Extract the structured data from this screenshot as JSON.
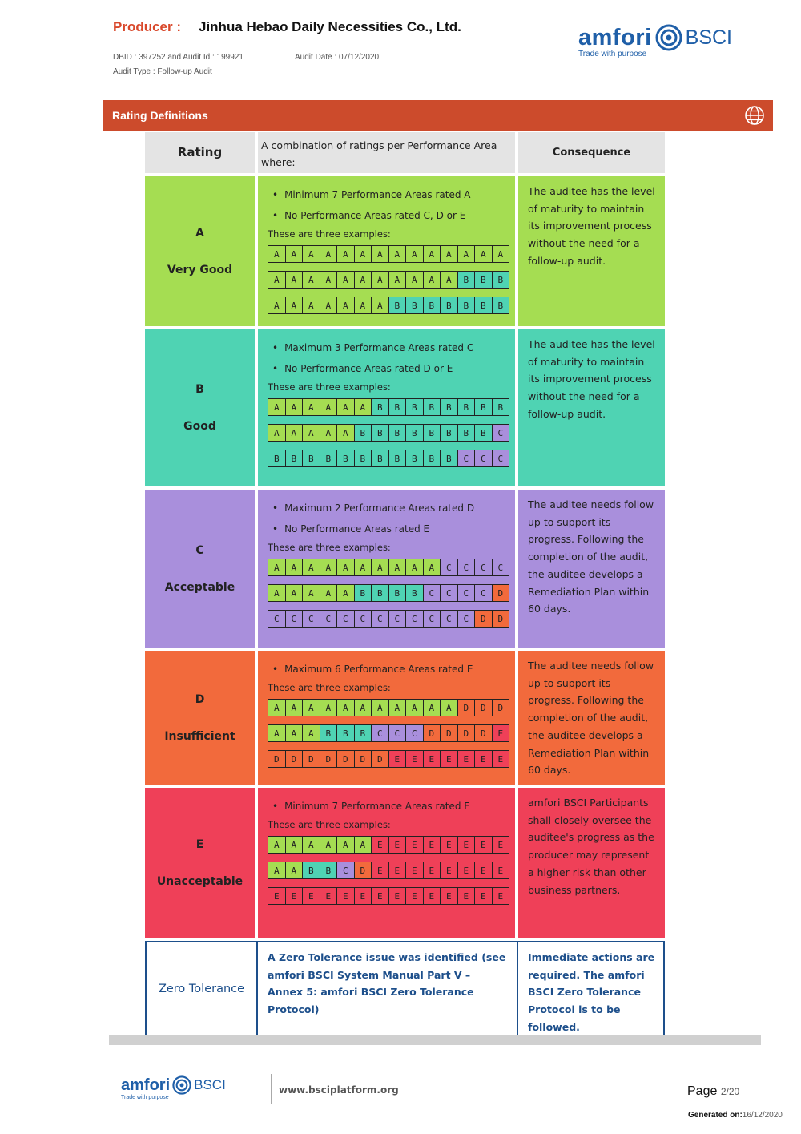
{
  "header": {
    "producer_label": "Producer :",
    "producer_name": "Jinhua Hebao Daily Necessities Co., Ltd.",
    "dbid": "DBID : 397252 and Audit Id : 199921",
    "audit_date": "Audit Date : 07/12/2020",
    "audit_type": "Audit Type : Follow-up Audit"
  },
  "logo": {
    "word": "amfori",
    "bsci": "BSCI",
    "tagline": "Trade with purpose"
  },
  "section": {
    "title": "Rating Definitions",
    "icon": "globe-icon"
  },
  "colors": {
    "accent_bar": "#cc4b2c",
    "A": "#a5dd52",
    "B": "#4fd3b3",
    "C": "#a98fdc",
    "D": "#f26a3c",
    "E": "#ef4058",
    "zero_tolerance_text": "#1d4f8b"
  },
  "table": {
    "headers": {
      "rating": "Rating",
      "combination": "A combination of ratings per Performance Area where:",
      "consequence": "Consequence"
    },
    "rows": [
      {
        "letter": "A",
        "name": "Very Good",
        "color": "#a5dd52",
        "bullets": [
          "Minimum 7 Performance Areas rated A",
          "No Performance Areas rated C, D or E"
        ],
        "examples_label": "These are three examples:",
        "examples": [
          "AAAAAAAAAAAAAA",
          "AAAAAAAAAAABBB",
          "AAAAAAABBBBBBB"
        ],
        "consequence": "The auditee has the level of maturity to maintain its improvement process without the need for a follow-up audit."
      },
      {
        "letter": "B",
        "name": "Good",
        "color": "#4fd3b3",
        "bullets": [
          "Maximum 3 Performance Areas rated C",
          "No Performance Areas rated D or E"
        ],
        "examples_label": "These are three examples:",
        "examples": [
          "AAAAAABBBBBBBB",
          "AAAAABBBBBBBBC",
          "BBBBBBBBBBBCCC"
        ],
        "consequence": "The auditee has the level of maturity to maintain its improvement process without the need for a follow-up audit."
      },
      {
        "letter": "C",
        "name": "Acceptable",
        "color": "#a98fdc",
        "bullets": [
          "Maximum 2 Performance Areas rated D",
          "No Performance Areas rated E"
        ],
        "examples_label": "These are three examples:",
        "examples": [
          "AAAAAAAAAACCCC",
          "AAAAABBBBCCCCD",
          "CCCCCCCCCCCCDD"
        ],
        "consequence": "The auditee needs follow up to support its progress. Following the completion of the audit, the auditee develops a Remediation Plan within 60 days."
      },
      {
        "letter": "D",
        "name": "Insufficient",
        "color": "#f26a3c",
        "bullets": [
          "Maximum 6 Performance Areas rated E"
        ],
        "examples_label": "These are three examples:",
        "examples": [
          "AAAAAAAAAAADDD",
          "AAABBBCCCDDDDE",
          "DDDDDDDEEEEEEE"
        ],
        "consequence": "The auditee needs follow up to support its progress. Following the completion of the audit, the auditee develops a Remediation Plan within 60 days."
      },
      {
        "letter": "E",
        "name": "Unacceptable",
        "color": "#ef4058",
        "bullets": [
          "Minimum 7 Performance Areas rated E"
        ],
        "examples_label": "These are three examples:",
        "examples": [
          "AAAAAAEEEEEEEE",
          "AABBCDEEEEEEEE",
          "EEEEEEEEEEEEEE"
        ],
        "consequence": "amfori BSCI Participants shall closely oversee the auditee's progress as the producer may represent a higher risk than other business partners."
      }
    ],
    "zero_tolerance": {
      "label": "Zero Tolerance",
      "description": "A Zero Tolerance issue was identified (see amfori BSCI System Manual Part V – Annex 5: amfori BSCI Zero Tolerance Protocol)",
      "consequence": "Immediate actions are required. The amfori BSCI Zero Tolerance Protocol is to be followed."
    }
  },
  "footer": {
    "website": "www.bsciplatform.org",
    "page_label": "Page",
    "page_number": "2/20",
    "generated_label": "Generated on:",
    "generated_date": "16/12/2020"
  }
}
